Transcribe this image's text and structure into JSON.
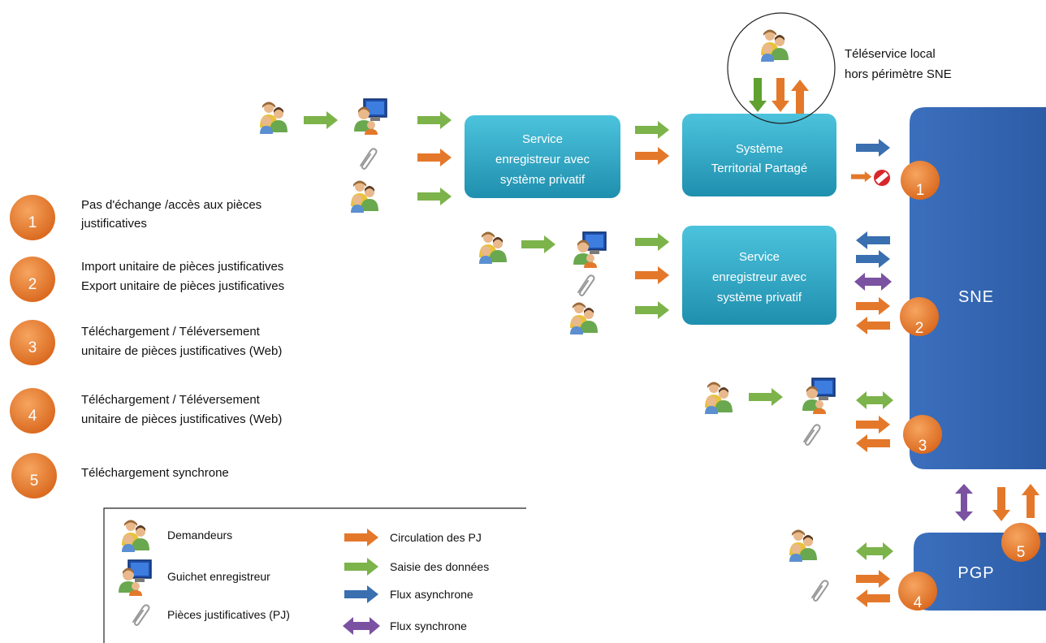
{
  "boxes": {
    "service_top": [
      "Service",
      "enregistreur avec",
      "système privatif"
    ],
    "stp": [
      "Système",
      "Territorial Partagé"
    ],
    "service_mid": [
      "Service",
      "enregistreur avec",
      "système privatif"
    ],
    "sne": "SNE",
    "pgp": "PGP"
  },
  "teleservice": [
    "Téléservice local",
    "hors périmètre SNE"
  ],
  "badges": [
    "1",
    "2",
    "3",
    "4",
    "5"
  ],
  "numbered_list": [
    {
      "num": "1",
      "lines": [
        "Pas d'échange /accès aux pièces",
        "justificatives"
      ]
    },
    {
      "num": "2",
      "lines": [
        "Import unitaire de pièces justificatives",
        "Export unitaire de pièces justificatives"
      ]
    },
    {
      "num": "3",
      "lines": [
        "Téléchargement / Téléversement",
        "unitaire de pièces justificatives (Web)"
      ]
    },
    {
      "num": "4",
      "lines": [
        "Téléchargement / Téléversement",
        "unitaire de pièces justificatives (Web)"
      ]
    },
    {
      "num": "5",
      "lines": [
        "Téléchargement synchrone"
      ]
    }
  ],
  "legend": {
    "demandeurs": "Demandeurs",
    "guichet": "Guichet enregistreur",
    "pieces": "Pièces justificatives (PJ)",
    "circulation": "Circulation des PJ",
    "saisie": "Saisie des données",
    "asynchrone": "Flux asynchrone",
    "synchrone": "Flux synchrone"
  },
  "colors": {
    "orange": "#e4782a",
    "green": "#7cb34a",
    "blue": "#3a6fb0",
    "purple": "#7a52a1",
    "teal": "#2aa6c4",
    "sne_blue": "#3162b0"
  },
  "icons": {
    "demandeur": "people-icon",
    "guichet": "computer-user-icon",
    "piece": "paperclip-icon",
    "forbidden": "no-entry-icon"
  }
}
